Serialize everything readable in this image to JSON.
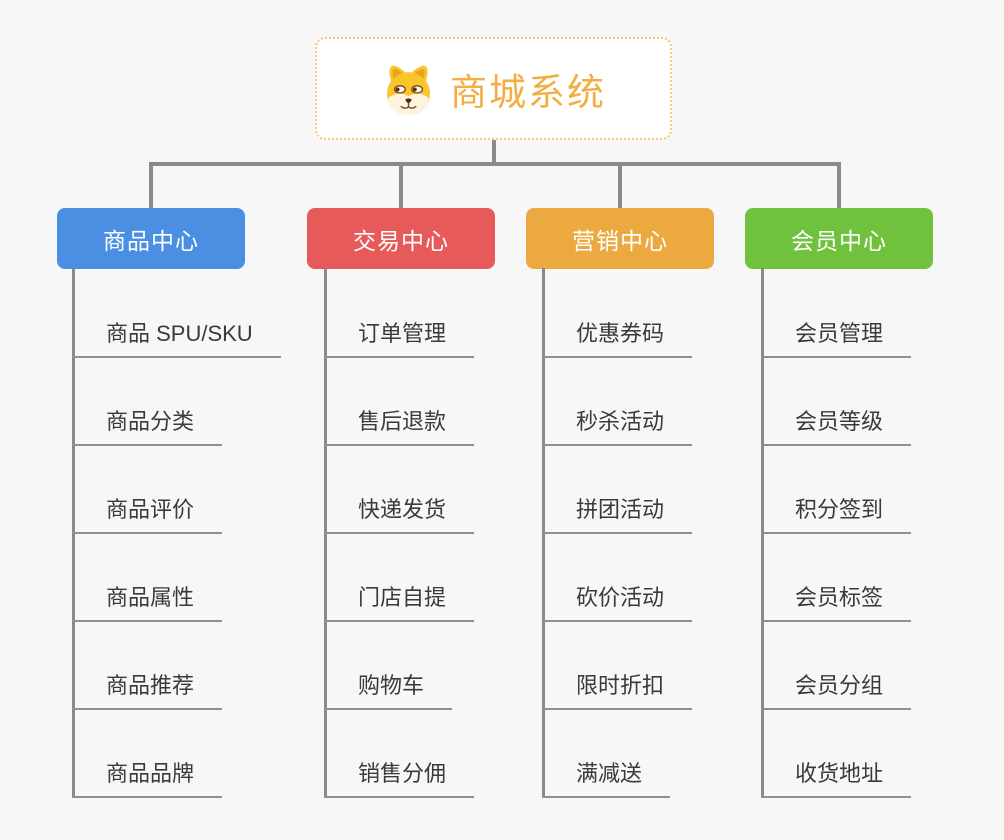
{
  "root": {
    "title": "商城系统",
    "icon": "dog-face",
    "text_color": "#f3ae43",
    "border_color": "#f6c67a"
  },
  "branches": [
    {
      "label": "商品中心",
      "color": "#4a8fe2",
      "children": [
        "商品 SPU/SKU",
        "商品分类",
        "商品评价",
        "商品属性",
        "商品推荐",
        "商品品牌"
      ]
    },
    {
      "label": "交易中心",
      "color": "#e65b5a",
      "children": [
        "订单管理",
        "售后退款",
        "快递发货",
        "门店自提",
        "购物车",
        "销售分佣"
      ]
    },
    {
      "label": "营销中心",
      "color": "#eba940",
      "children": [
        "优惠券码",
        "秒杀活动",
        "拼团活动",
        "砍价活动",
        "限时折扣",
        "满减送"
      ]
    },
    {
      "label": "会员中心",
      "color": "#70c13d",
      "children": [
        "会员管理",
        "会员等级",
        "积分签到",
        "会员标签",
        "会员分组",
        "收货地址"
      ]
    }
  ],
  "colors": {
    "background": "#f7f7f7",
    "connector": "#8a8a8a",
    "leaf_underline": "#909090",
    "leaf_text": "#3a3a3a"
  }
}
